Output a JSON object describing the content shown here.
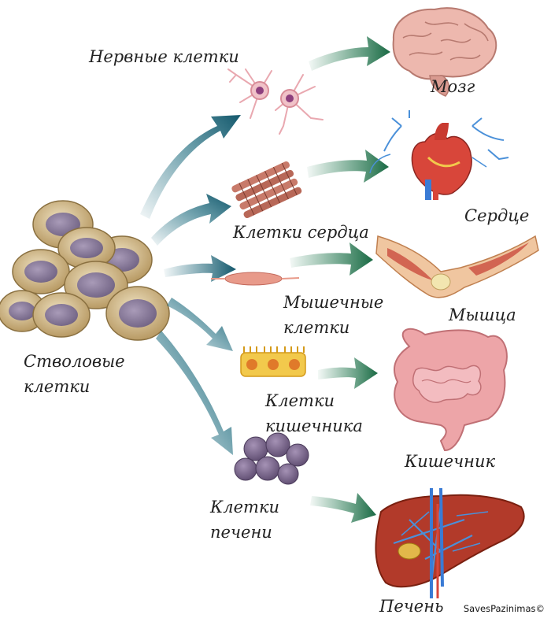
{
  "labels": {
    "stem_cells": [
      "Стволовые",
      "клетки"
    ],
    "nerve_cells": "Нервные клетки",
    "heart_cells": "Клетки сердца",
    "muscle_cells": [
      "Мышечные",
      "клетки"
    ],
    "intestine_cells": [
      "Клетки",
      "кишечника"
    ],
    "liver_cells": [
      "Клетки",
      "печени"
    ],
    "brain": "Мозг",
    "heart": "Сердце",
    "muscle": "Мышца",
    "intestine": "Кишечник",
    "liver": "Печень"
  },
  "watermark": "SavesPazinimas©",
  "colors": {
    "stem_cell_fill": "#d9c9a6",
    "stem_cell_nucleus": "#8a7a9a",
    "arrow_teal": "#16677a",
    "arrow_green": "#1e7a4e",
    "brain": "#e8b3a8",
    "heart": "#d8463a",
    "muscle": "#c9584a",
    "intestine": "#e8a2a4",
    "liver": "#b23a2a",
    "vessel_blue": "#3a7bd5"
  }
}
